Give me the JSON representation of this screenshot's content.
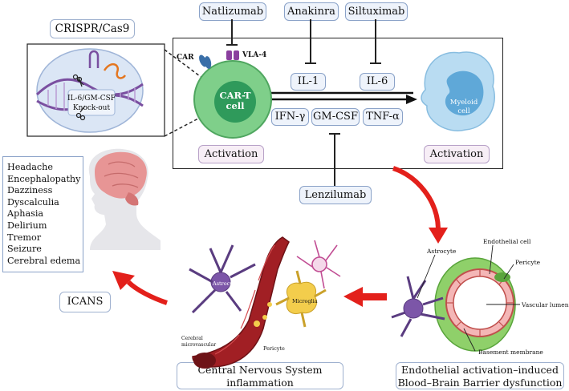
{
  "drug_labels": {
    "natalizumab": "Natlizumab",
    "anakinra": "Anakinra",
    "siltuximab": "Siltuximab",
    "lenzilumab": "Lenzilumab"
  },
  "crispr": {
    "title": "CRISPR/Cas9",
    "knockout_line1": "IL-6/GM-CSF",
    "knockout_line2": "Knock-out"
  },
  "cytokines": {
    "il1": "IL-1",
    "il6": "IL-6",
    "ifn": "IFN-γ",
    "gmcsf": "GM-CSF",
    "tnf": "TNF-α"
  },
  "cells": {
    "car_label": "CAR",
    "vla4_label": "VLA-4",
    "cart_line1": "CAR-T",
    "cart_line2": "cell",
    "myeloid_line1": "Myeloid",
    "myeloid_line2": "cell"
  },
  "activation": {
    "left": "Activation",
    "right": "Activation"
  },
  "symptoms": [
    "Headache",
    "Encephalopathy",
    "Dazziness",
    "Dyscalculia",
    "Aphasia",
    "Delirium",
    "Tremor",
    "Seizure",
    "Cerebral edema"
  ],
  "icans": "ICANS",
  "cns": {
    "astrocyte": "Astrocyte",
    "microglia": "Microglia",
    "pericyte": "Pericyte",
    "cerebral_line1": "Cerebral",
    "cerebral_line2": "microvascular",
    "caption_line1": "Central Nervous System",
    "caption_line2": "inflammation"
  },
  "bbb": {
    "astrocyte": "Astrocyte",
    "endothelial": "Endothelial cell",
    "pericyte": "Pericyte",
    "lumen": "Vascular lumen",
    "basement": "Basement membrane",
    "caption_line1": "Endothelial activation–induced",
    "caption_line2": "Blood–Brain Barrier dysfunction"
  },
  "colors": {
    "arrow_red": "#e3201b",
    "cart_green": "#2f9a5b",
    "myeloid_blue": "#8fc3e6",
    "label_blue": "#eef3fb"
  }
}
